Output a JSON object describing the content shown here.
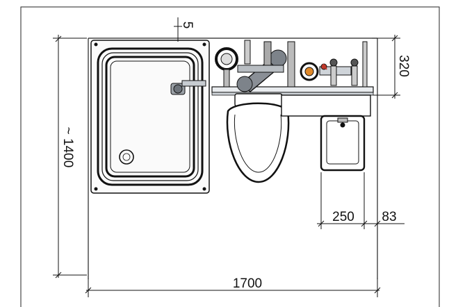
{
  "dimensions": {
    "width_total": "1700",
    "depth_total": "~ 1400",
    "top_gap": "5",
    "service_depth": "320",
    "basin_width": "250",
    "basin_offset": "83"
  },
  "colors": {
    "line": "#111111",
    "background": "#ffffff",
    "pipe_gray": "#8a8f96",
    "valve_red": "#c0392b",
    "valve_orange": "#e0892a",
    "fixture_fill": "#f4f6f8"
  }
}
